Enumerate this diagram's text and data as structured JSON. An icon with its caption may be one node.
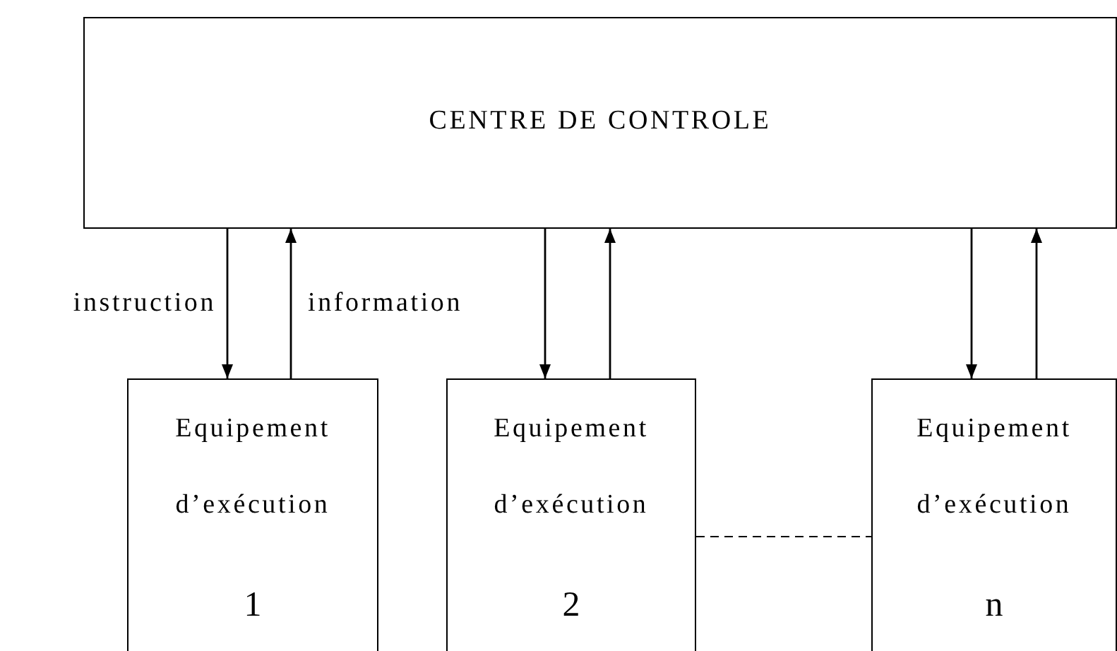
{
  "diagram": {
    "nodes": [
      {
        "text": [
          "CENTRE DE CONTROLE"
        ]
      },
      {
        "text": [
          "Equipement d’exécution",
          "1"
        ]
      },
      {
        "text": [
          "Equipement d’exécution",
          "2"
        ]
      },
      {
        "text": [
          "Equipement d’exécution",
          "n"
        ]
      }
    ],
    "edges": [
      {
        "from": 0,
        "to": 1,
        "arrow": "to",
        "label": "instruction"
      },
      {
        "from": 1,
        "to": 0,
        "arrow": "to",
        "label": "information"
      },
      {
        "from": 0,
        "to": 2,
        "arrow": "to"
      },
      {
        "from": 2,
        "to": 0,
        "arrow": "to"
      },
      {
        "from": 0,
        "to": 3,
        "arrow": "to"
      },
      {
        "from": 3,
        "to": 0,
        "arrow": "to"
      },
      {
        "from": 2,
        "to": 3,
        "arrow": "none",
        "style": "dashed"
      }
    ]
  }
}
